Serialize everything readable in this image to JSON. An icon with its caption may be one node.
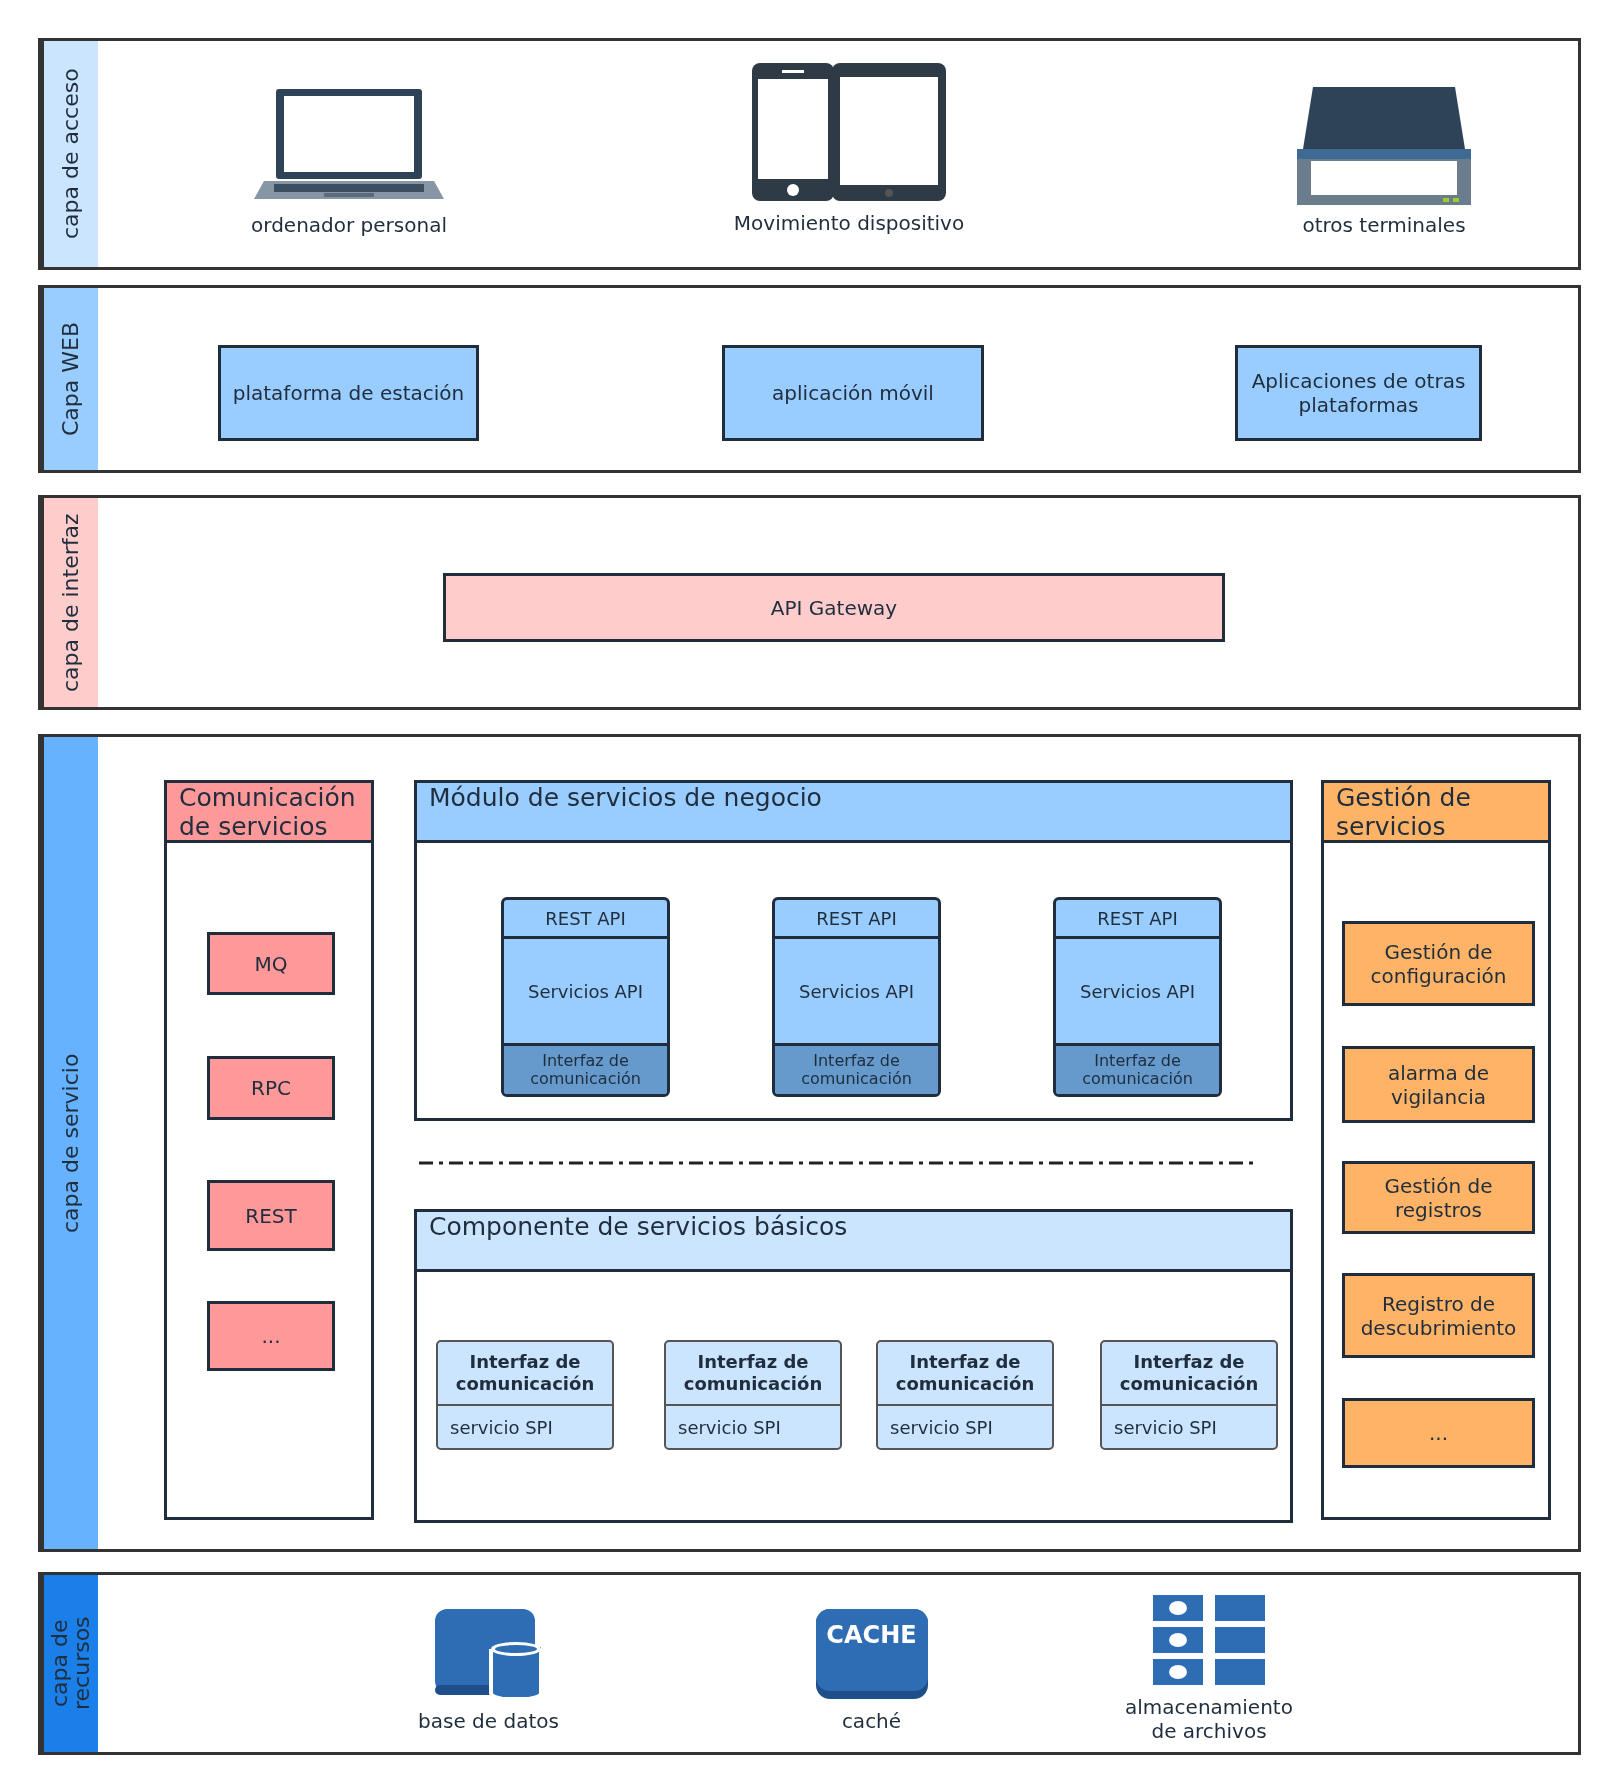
{
  "diagram": {
    "nodes": [
      {
        "text": [
          "capa de acceso"
        ]
      },
      {
        "text": [
          "ordenador personal"
        ],
        "in": 0
      },
      {
        "text": [
          "Movimiento dispositivo"
        ],
        "in": 0
      },
      {
        "text": [
          "otros terminales"
        ],
        "in": 0
      },
      {
        "text": [
          "Capa WEB"
        ]
      },
      {
        "text": [
          "plataforma de estación"
        ],
        "in": 4
      },
      {
        "text": [
          "aplicación móvil"
        ],
        "in": 4
      },
      {
        "text": [
          "Aplicaciones de otras plataformas"
        ],
        "in": 4
      },
      {
        "text": [
          "capa de interfaz"
        ]
      },
      {
        "text": [
          "API Gateway"
        ],
        "in": 8
      },
      {
        "text": [
          "capa de servicio"
        ]
      },
      {
        "text": [
          "Comunicación de servicios"
        ],
        "in": 10
      },
      {
        "text": [
          "MQ"
        ],
        "in": 11
      },
      {
        "text": [
          "RPC"
        ],
        "in": 11
      },
      {
        "text": [
          "REST"
        ],
        "in": 11
      },
      {
        "text": [
          "..."
        ],
        "in": 11
      },
      {
        "text": [
          "Módulo de servicios de negocio"
        ],
        "in": 10
      },
      {
        "text": [
          "REST API",
          "Servicios API",
          "Interfaz de comunicación"
        ],
        "in": 16
      },
      {
        "text": [
          "REST API",
          "Servicios API",
          "Interfaz de comunicación"
        ],
        "in": 16
      },
      {
        "text": [
          "REST API",
          "Servicios API",
          "Interfaz de comunicación"
        ],
        "in": 16
      },
      {
        "text": [
          "Componente de servicios básicos"
        ],
        "in": 10
      },
      {
        "text": [
          "Interfaz de comunicación",
          "servicio SPI"
        ],
        "in": 20
      },
      {
        "text": [
          "Interfaz de comunicación",
          "servicio SPI"
        ],
        "in": 20
      },
      {
        "text": [
          "Interfaz de comunicación",
          "servicio SPI"
        ],
        "in": 20
      },
      {
        "text": [
          "Interfaz de comunicación",
          "servicio SPI"
        ],
        "in": 20
      },
      {
        "text": [
          "Gestión de servicios"
        ],
        "in": 10
      },
      {
        "text": [
          "Gestión de configuración"
        ],
        "in": 25
      },
      {
        "text": [
          "alarma de vigilancia"
        ],
        "in": 25
      },
      {
        "text": [
          "Gestión de registros"
        ],
        "in": 25
      },
      {
        "text": [
          "Registro de descubrimiento"
        ],
        "in": 25
      },
      {
        "text": [
          "..."
        ],
        "in": 25
      },
      {
        "text": [
          "capa de recursos"
        ]
      },
      {
        "text": [
          "base de datos"
        ],
        "in": 31
      },
      {
        "text": [
          "caché"
        ],
        "in": 31
      },
      {
        "text": [
          "almacenamiento de archivos"
        ],
        "in": 31
      }
    ],
    "labels": [
      "CACHE"
    ]
  }
}
